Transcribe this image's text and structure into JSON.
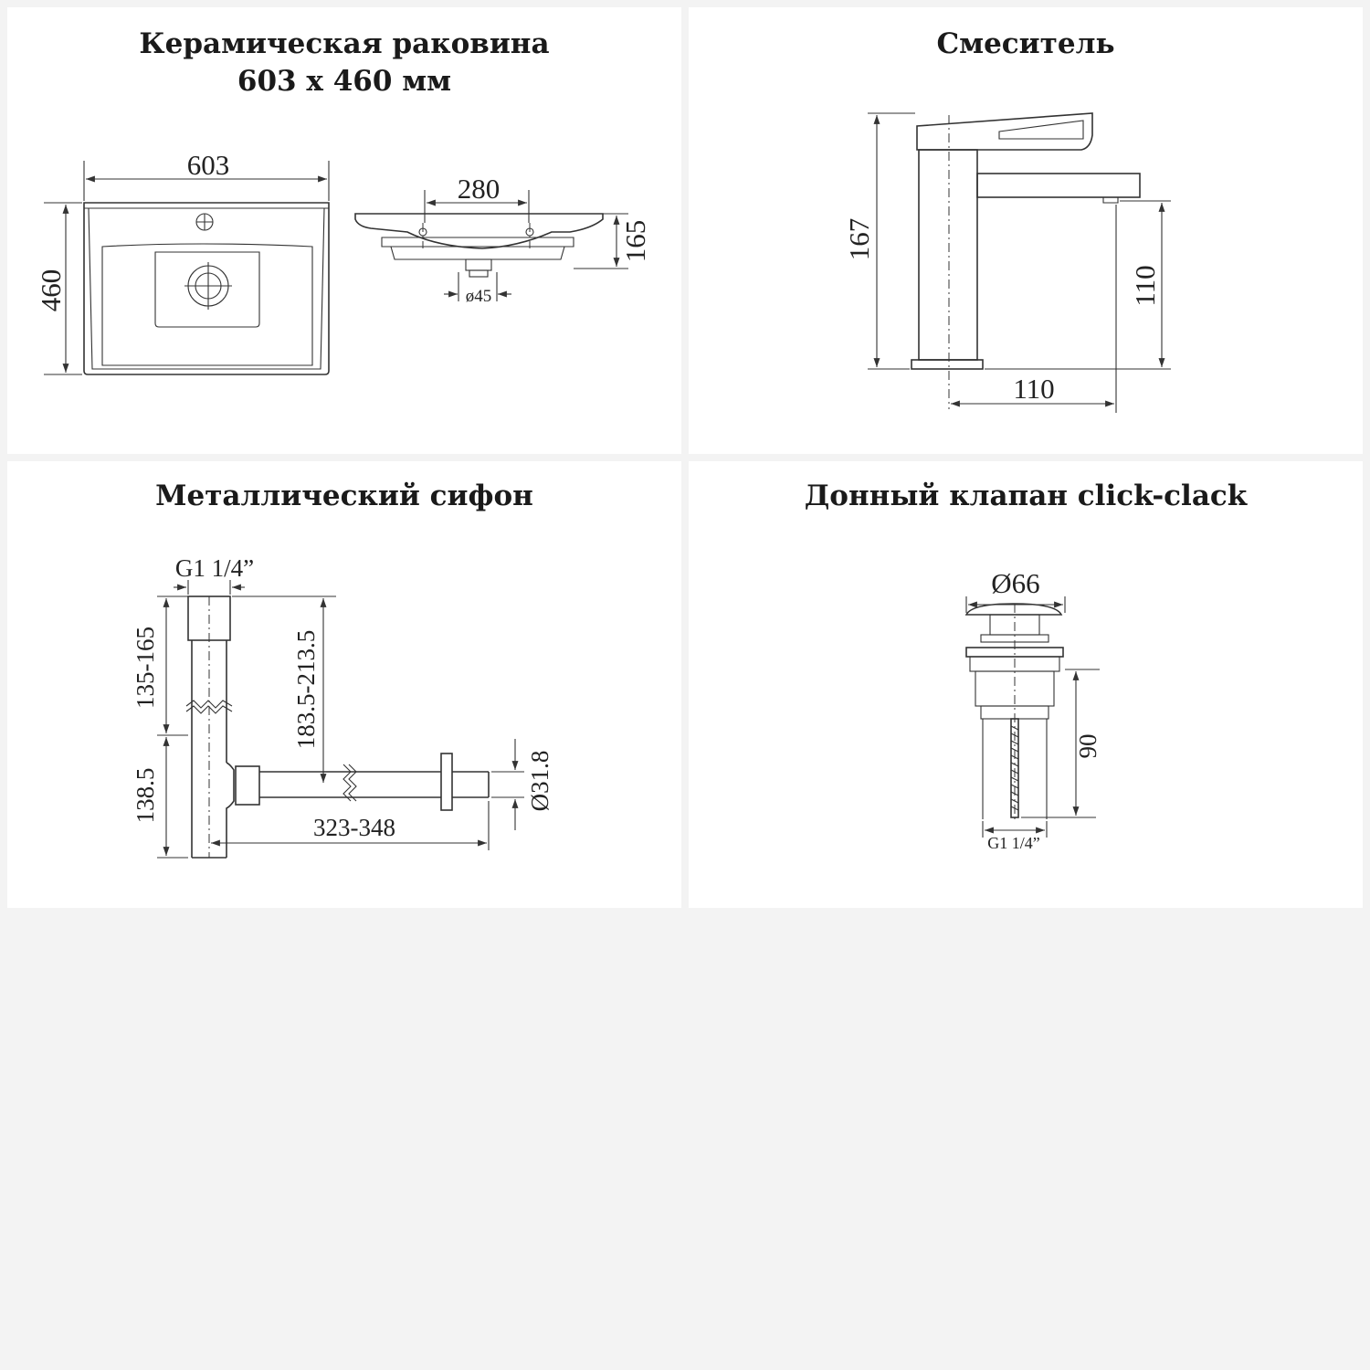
{
  "panels": {
    "sink": {
      "title_line1": "Керамическая раковина",
      "title_line2": "603 х 460 мм",
      "dims": {
        "width": "603",
        "depth": "460",
        "holes": "280",
        "height": "165",
        "drain": "ø45"
      }
    },
    "faucet": {
      "title": "Смеситель",
      "dims": {
        "height": "167",
        "spout_height": "110",
        "reach": "110"
      }
    },
    "siphon": {
      "title": "Металлический сифон",
      "dims": {
        "thread": "G1 1/4”",
        "upper": "135-165",
        "lower": "138.5",
        "drop": "183.5-213.5",
        "length": "323-348",
        "diameter": "Ø31.8"
      }
    },
    "valve": {
      "title": "Донный клапан click-clack",
      "dims": {
        "cap": "Ø66",
        "length": "90",
        "thread": "G1 1/4”"
      }
    }
  },
  "colors": {
    "background": "#f3f3f3",
    "panel": "#ffffff",
    "line": "#333333"
  }
}
